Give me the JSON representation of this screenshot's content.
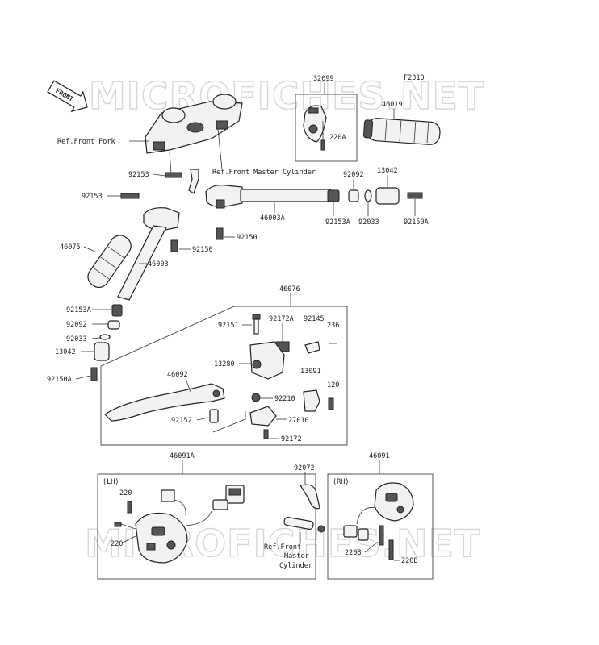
{
  "watermark": "MICROFICHES.NET",
  "front_badge": "FRONT",
  "diagram_code": "F2310",
  "labels": {
    "p32099": "32099",
    "p46019": "46019",
    "p220A": "220A",
    "refFrontFork": "Ref.Front Fork",
    "refFrontMasterCyl": "Ref.Front Master Cylinder",
    "p92153_a": "92153",
    "p92153_b": "92153",
    "p92092_top": "92092",
    "p13042_top": "13042",
    "p46003A": "46003A",
    "p92153A_top": "92153A",
    "p92033_top": "92033",
    "p92150A_top": "92150A",
    "p92150_a": "92150",
    "p92150_b": "92150",
    "p46075": "46075",
    "p46003": "46003",
    "p46076": "46076",
    "p92153A_left": "92153A",
    "p92092_left": "92092",
    "p92033_left": "92033",
    "p13042_left": "13042",
    "p92150A_left": "92150A",
    "p92151": "92151",
    "p92172A": "92172A",
    "p92145": "92145",
    "p236": "236",
    "p13280": "13280",
    "p13091": "13091",
    "p46092": "46092",
    "p120": "120",
    "p92210": "92210",
    "p92152": "92152",
    "p27010": "27010",
    "p92172": "92172",
    "p46091A": "46091A",
    "p46091": "46091",
    "p92072": "92072",
    "lh": "(LH)",
    "rh": "(RH)",
    "p220_a": "220",
    "p220_b": "220",
    "refFront": "Ref.Front",
    "master": "Master",
    "cylinder": "Cylinder",
    "p220B_a": "220B",
    "p220B_b": "220B"
  }
}
